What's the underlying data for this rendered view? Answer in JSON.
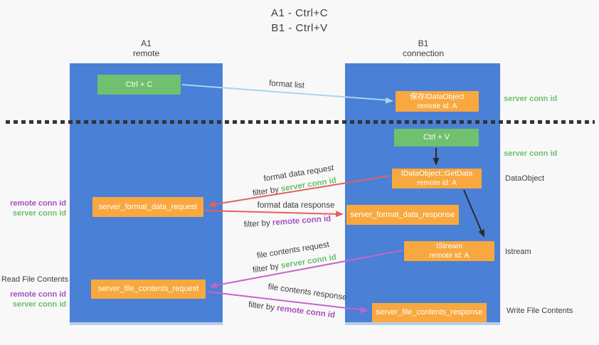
{
  "title": {
    "line1": "A1 - Ctrl+C",
    "line2": "B1 - Ctrl+V"
  },
  "columns": {
    "left_name": "A1",
    "left_sub": "remote",
    "right_name": "B1",
    "right_sub": "connection"
  },
  "nodes": {
    "ctrl_c": "Ctrl + C",
    "ctrl_v": "Ctrl + V",
    "save_idataobject_l1": "保存IDataObject",
    "save_idataobject_l2": "remote id: A",
    "getdata_l1": "IDataObject::GetData",
    "getdata_l2": "remote id: A",
    "istream_l1": "IStream",
    "istream_l2": "remote id: A",
    "server_format_data_request": "server_format_data_request",
    "server_format_data_response": "server_format_data_response",
    "server_file_contents_request": "server_file_contents_request",
    "server_file_contents_response": "server_file_contents_response"
  },
  "labels": {
    "format_list": "format list",
    "server_conn_id": "server conn id",
    "remote_conn_id": "remote conn id",
    "filter_by": "filter by",
    "dataobject": "DataObject",
    "istream": "Istream",
    "format_data_request": "format data request",
    "format_data_response": "format data response",
    "file_contents_request": "file contents request",
    "file_contents_response": "file contents response",
    "read_file_contents": "Read File Contents",
    "write_file_contents": "Write File Contents"
  },
  "colors": {
    "background": "#f8f8f8",
    "column_blue": "#4a80d6",
    "box_green": "#70c070",
    "box_orange": "#f8a83e",
    "text_dark": "#3d3d3d",
    "text_green": "#6abf6e",
    "text_purple": "#a750c0",
    "arrow_blue": "#a9d3f2",
    "arrow_red": "#e2625c",
    "arrow_magenta": "#c763c9",
    "arrow_black": "#2b2b2b",
    "dashed_line": "#333333"
  }
}
